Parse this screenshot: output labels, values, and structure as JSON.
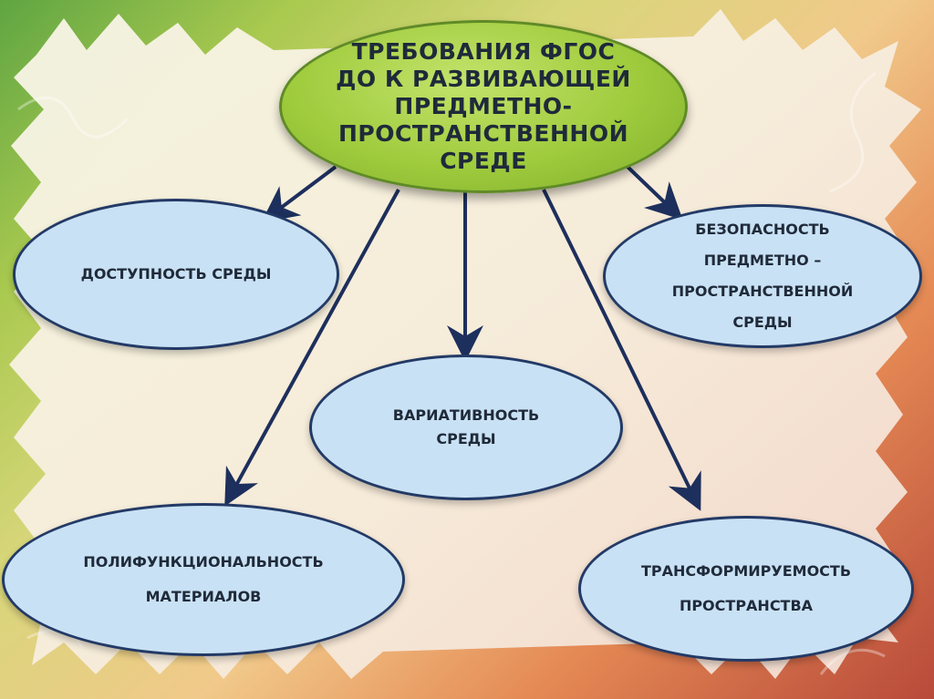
{
  "diagram": {
    "root": {
      "label": "ТРЕБОВАНИЯ ФГОС\nДО К  РАЗВИВАЮЩЕЙ\nПРЕДМЕТНО-\nПРОСТРАНСТВЕННОЙ\nСРЕДЕ"
    },
    "nodes": [
      {
        "id": "accessibility",
        "label": "ДОСТУПНОСТЬ СРЕДЫ"
      },
      {
        "id": "safety",
        "label": "БЕЗОПАСНОСТЬ\nПРЕДМЕТНО –\nПРОСТРАНСТВЕННОЙ\nСРЕДЫ"
      },
      {
        "id": "variability",
        "label": "ВАРИАТИВНОСТЬ\nСРЕДЫ"
      },
      {
        "id": "multifunctionality",
        "label": "ПОЛИФУНКЦИОНАЛЬНОСТЬ\nМАТЕРИАЛОВ"
      },
      {
        "id": "transformability",
        "label": "ТРАНСФОРМИРУЕМОСТЬ\nПРОСТРАНСТВА"
      }
    ],
    "edges": [
      {
        "from": "root",
        "to": "accessibility"
      },
      {
        "from": "root",
        "to": "safety"
      },
      {
        "from": "root",
        "to": "variability"
      },
      {
        "from": "root",
        "to": "multifunctionality"
      },
      {
        "from": "root",
        "to": "transformability"
      }
    ],
    "colors": {
      "root_fill": "#9fcb3d",
      "node_fill": "#c9e1f4",
      "node_border": "#233a66",
      "arrow": "#1d2f5c"
    }
  }
}
